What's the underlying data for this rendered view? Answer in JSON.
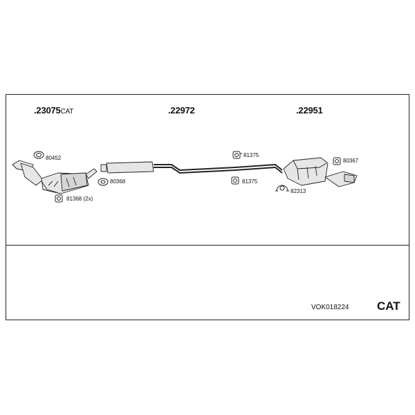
{
  "parts": [
    {
      "number": ".23075",
      "suffix": "CAT"
    },
    {
      "number": ".22972"
    },
    {
      "number": ".22951"
    }
  ],
  "labels": {
    "p80452": "80452",
    "p80368": "80368",
    "p81368": "81368 (2x)",
    "p81375a": "81375",
    "p81375b": "81375",
    "p80367": "80367",
    "p82313": "82313"
  },
  "kit_code": "VOK018224",
  "badge": "CAT"
}
